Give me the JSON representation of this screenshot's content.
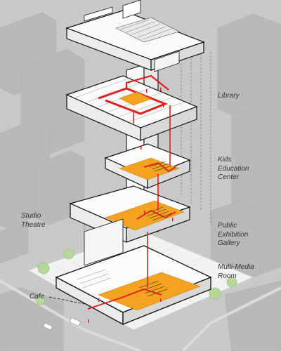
{
  "labels": {
    "library": "Library",
    "kids_1": "Kids",
    "kids_2": "Education",
    "kids_3": "Center",
    "studio_1": "Studio",
    "studio_2": "Theatre",
    "public_1": "Public",
    "public_2": "Exhibition",
    "public_3": "Gallery",
    "multimedia_1": "Multi-Media",
    "multimedia_2": "Room",
    "cafe": "Cafe"
  },
  "colors": {
    "background": "#c9c9c9",
    "context_building": "#b9b9b9",
    "floor_white": "#ffffff",
    "outline": "#111111",
    "program_orange": "#f3a31f",
    "circulation_red": "#e02020",
    "trees": "#b6d89a",
    "ground_plate": "#f2f2f2"
  }
}
